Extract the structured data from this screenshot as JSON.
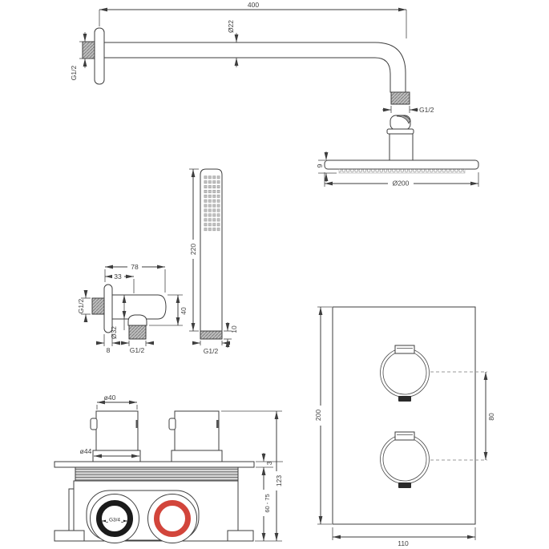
{
  "title": "Thermostatic shower set technical drawing",
  "colors": {
    "line": "#3e3e3e",
    "red_ring": "#d2453b",
    "black_ring": "#1b1b1b",
    "hatch_fill": "#bfbfbf"
  },
  "figures": {
    "overhead_shower": {
      "dims": {
        "arm_length": "400",
        "arm_diameter": "Ø22",
        "wall_thread": "G1/2",
        "head_thread": "G1/2",
        "head_thickness": "9",
        "head_diameter": "Ø200"
      }
    },
    "hand_shower": {
      "dims": {
        "length": "220",
        "connector_height": "10",
        "thread": "G1/2"
      }
    },
    "outlet_elbow": {
      "dims": {
        "total_width": "78",
        "outlet_offset": "33",
        "wall_thread": "G1/2",
        "body_diameter": "Ø32",
        "height": "40",
        "flange_thickness": "8",
        "outlet_thread": "G1/2"
      }
    },
    "valve_body": {
      "dims": {
        "knob_diameter": "ø40",
        "knob_base_diameter": "ø44",
        "plate_thickness": "3",
        "total_height": "123",
        "install_depth": "60 - 75",
        "inlet_thread": "G3/4"
      }
    },
    "trim_plate": {
      "dims": {
        "height": "200",
        "width": "110",
        "handle_spacing": "80"
      }
    }
  }
}
